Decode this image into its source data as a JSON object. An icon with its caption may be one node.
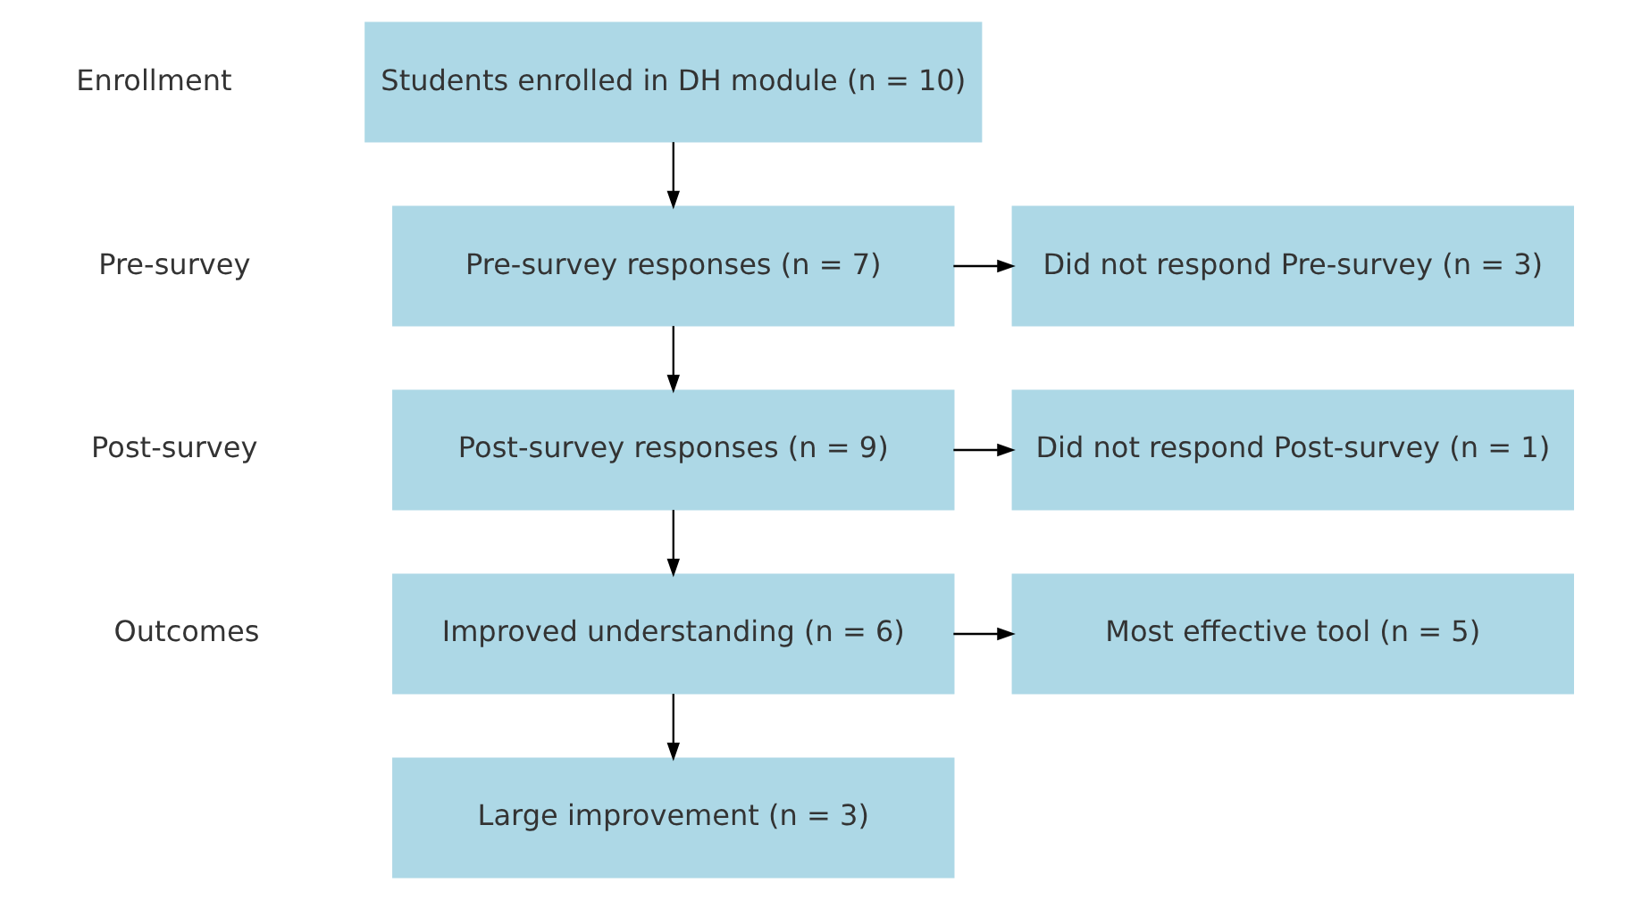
{
  "diagram": {
    "nodes": [
      {
        "text": [
          "Students enrolled in DH module (n = 10)"
        ]
      },
      {
        "text": [
          "Pre-survey responses (n = 7)"
        ]
      },
      {
        "text": [
          "Did not respond Pre-survey (n = 3)"
        ]
      },
      {
        "text": [
          "Post-survey responses (n = 9)"
        ]
      },
      {
        "text": [
          "Did not respond Post-survey (n = 1)"
        ]
      },
      {
        "text": [
          "Improved understanding (n = 6)"
        ]
      },
      {
        "text": [
          "Most effective tool (n = 5)"
        ]
      },
      {
        "text": [
          "Large improvement (n = 3)"
        ]
      }
    ],
    "edges": [
      {
        "from": 0,
        "to": 1,
        "arrow": "to"
      },
      {
        "from": 1,
        "to": 2,
        "arrow": "to"
      },
      {
        "from": 1,
        "to": 3,
        "arrow": "to"
      },
      {
        "from": 3,
        "to": 4,
        "arrow": "to"
      },
      {
        "from": 3,
        "to": 5,
        "arrow": "to"
      },
      {
        "from": 5,
        "to": 6,
        "arrow": "to"
      },
      {
        "from": 5,
        "to": 7,
        "arrow": "to"
      }
    ],
    "labels": [
      "Enrollment",
      "Pre-survey",
      "Post-survey",
      "Outcomes"
    ]
  }
}
